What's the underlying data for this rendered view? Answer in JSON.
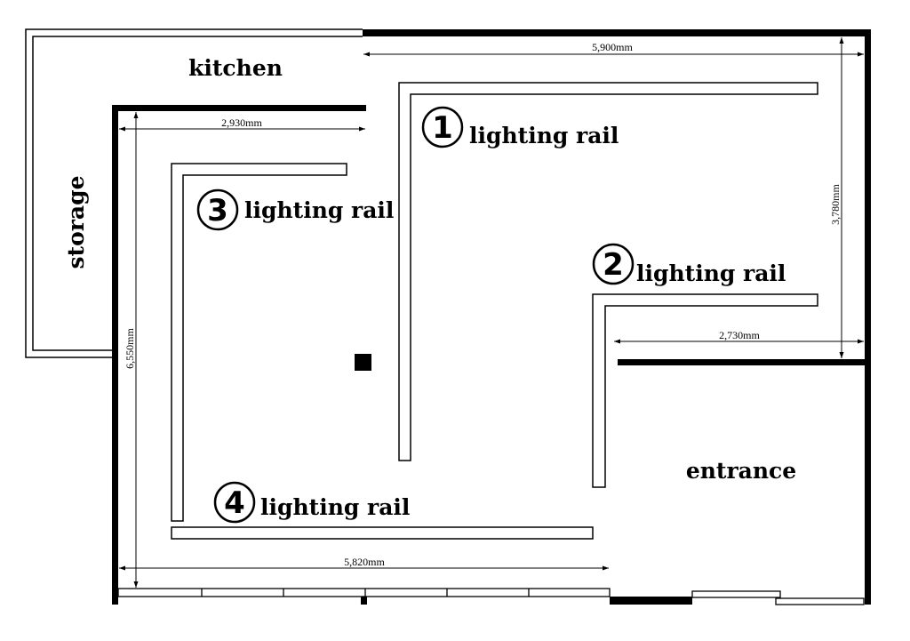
{
  "rooms": {
    "kitchen": "kitchen",
    "storage": "storage",
    "entrance": "entrance"
  },
  "dimensions": {
    "top_width": "5,900mm",
    "inner_top_width": "2,930mm",
    "right_height": "3,780mm",
    "entrance_width": "2,730mm",
    "left_height": "6,550mm",
    "bottom_width": "5,820mm"
  },
  "rails": [
    {
      "number": "1",
      "label": "lighting rail"
    },
    {
      "number": "2",
      "label": "lighting rail"
    },
    {
      "number": "3",
      "label": "lighting rail"
    },
    {
      "number": "4",
      "label": "lighting rail"
    }
  ],
  "colors": {
    "wall": "#000000",
    "background": "#ffffff"
  }
}
